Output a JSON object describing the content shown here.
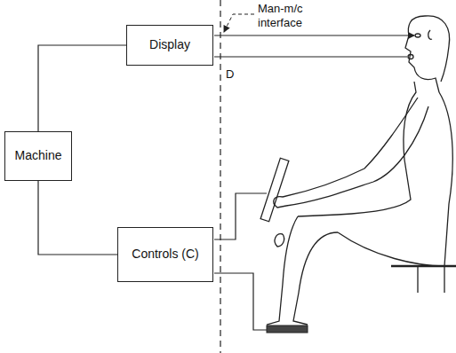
{
  "diagram": {
    "nodes": [
      {
        "text": [
          "Machine"
        ]
      },
      {
        "text": [
          "Display"
        ]
      },
      {
        "text": [
          "Controls (C)"
        ]
      }
    ],
    "edges": [
      {
        "from": 0,
        "to": 1,
        "arrow": "none"
      },
      {
        "from": 0,
        "to": 2,
        "arrow": "none"
      }
    ],
    "labels": [
      "Man-m/c interface",
      "D"
    ]
  }
}
